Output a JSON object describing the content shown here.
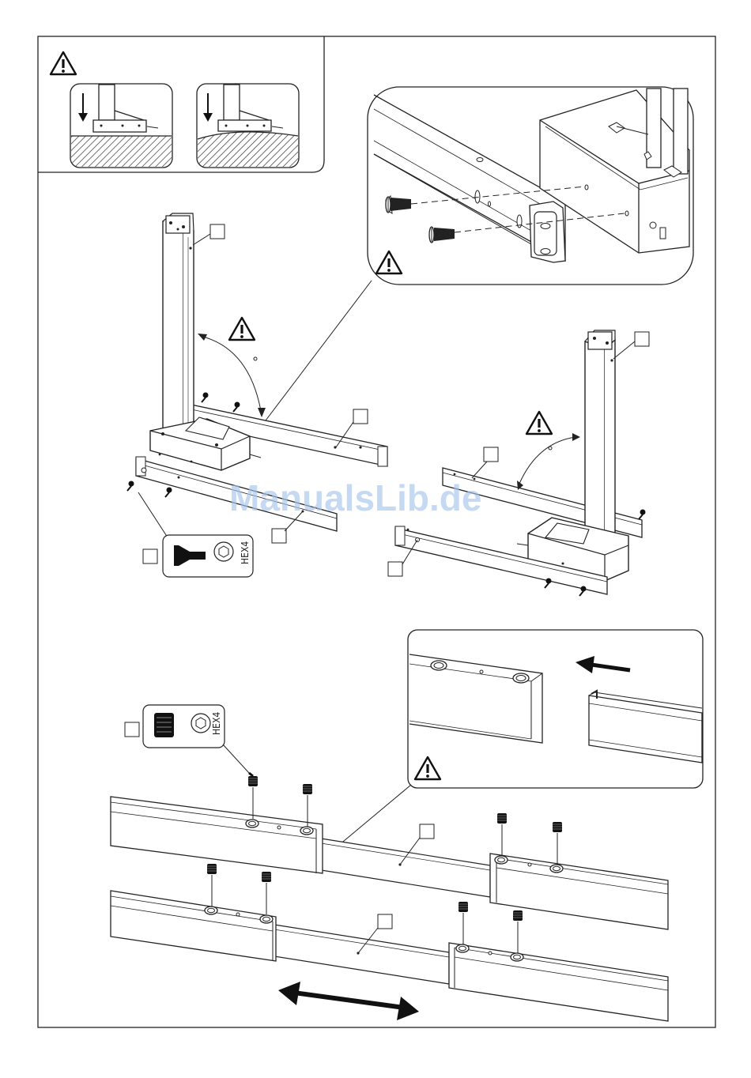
{
  "page": {
    "background": "#ffffff",
    "stroke_color": "#222222"
  },
  "warning_symbol": "!",
  "screw_callouts": [
    {
      "id": "countersunk-screw",
      "drive_label": "HEX4"
    },
    {
      "id": "set-screw",
      "drive_label": "HEX4"
    }
  ],
  "watermark": {
    "text": "ManualsLib.de",
    "color": "#a9c6ee"
  },
  "icons": [
    "warning-triangle-icon",
    "down-arrow-icon",
    "left-arrow-icon",
    "double-arrow-icon",
    "hex-socket-icon"
  ]
}
